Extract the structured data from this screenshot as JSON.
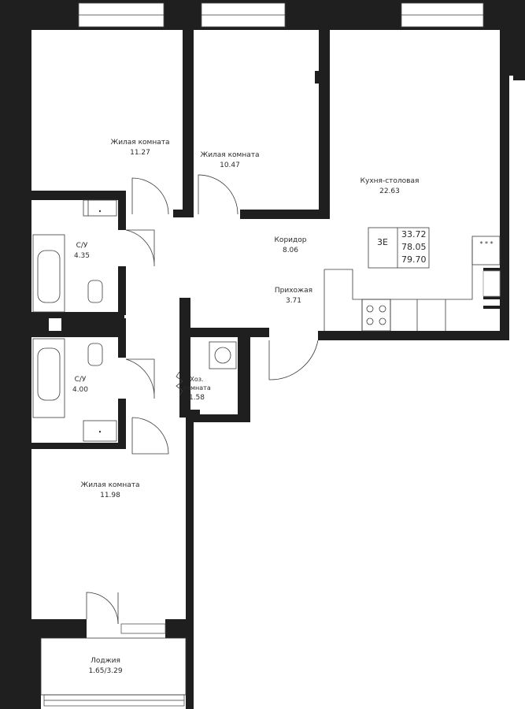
{
  "unit": {
    "code": "3E",
    "areas": [
      "33.72",
      "78.05",
      "79.70"
    ]
  },
  "rooms": {
    "living_1": {
      "name": "Жилая комната",
      "area": "11.27"
    },
    "living_2": {
      "name": "Жилая комната",
      "area": "10.47"
    },
    "kitchen": {
      "name": "Кухня-столовая",
      "area": "22.63"
    },
    "bath_1": {
      "name": "С/У",
      "area": "4.35"
    },
    "corridor": {
      "name": "Коридор",
      "area": "8.06"
    },
    "hall": {
      "name": "Прихожая",
      "area": "3.71"
    },
    "bath_2": {
      "name": "С/У",
      "area": "4.00"
    },
    "storage": {
      "name_line1": "Хоз.",
      "name_line2": "комната",
      "area": "1.58"
    },
    "living_3": {
      "name": "Жилая комната",
      "area": "11.98"
    },
    "loggia": {
      "name": "Лоджия",
      "area": "1.65/3.29"
    }
  },
  "colors": {
    "wall": "#1f1f1f",
    "line": "#3a3a3a",
    "background": "#ffffff"
  }
}
